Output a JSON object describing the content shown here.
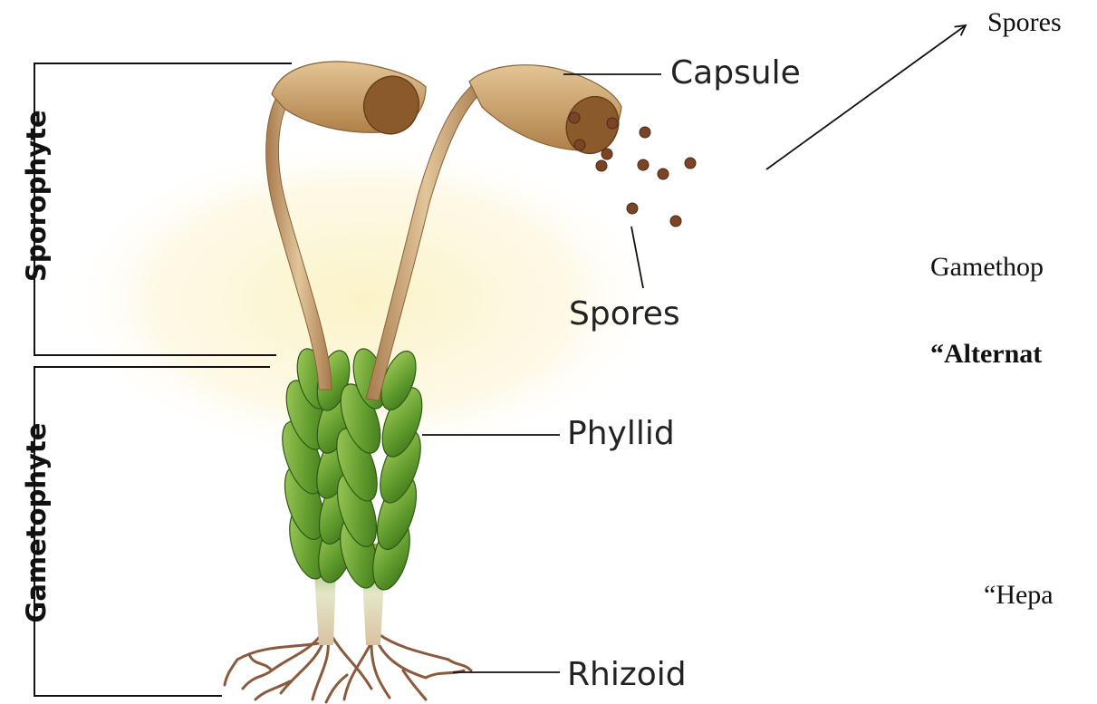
{
  "diagram": {
    "sections": {
      "sporophyte": "Sporophyte",
      "gametophyte": "Gametophyte"
    },
    "parts": {
      "capsule": "Capsule",
      "spores": "Spores",
      "phyllid": "Phyllid",
      "rhizoid": "Rhizoid"
    },
    "annotation": {
      "spores_arrow_label": "Spores"
    },
    "notes": {
      "gametophyte_note": "Gamethop",
      "alternation": "“Alternat",
      "hepa": "“Hepa"
    },
    "colors": {
      "stalk": "#c49a6c",
      "capsule": "#b8864e",
      "capsule_inside": "#8a5a2b",
      "spore": "#7a4426",
      "leaf": "#6ea83a",
      "leaf_dark": "#3f7a1e",
      "rhizoid": "#8b5a3c",
      "glow": "#fbf2c4"
    }
  }
}
